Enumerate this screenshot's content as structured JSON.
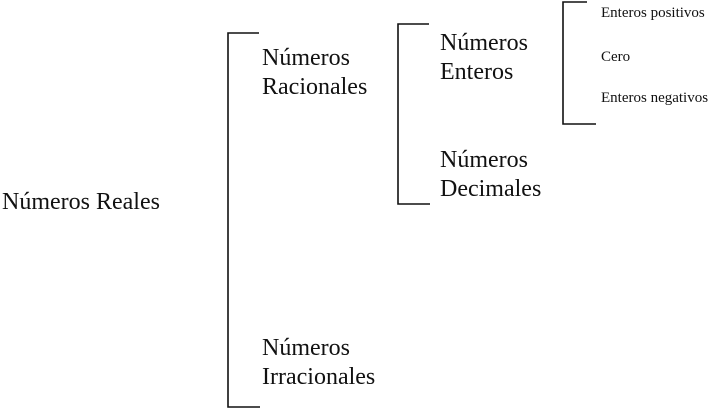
{
  "root": {
    "label": "Números Reales"
  },
  "racionales": {
    "line1": "Números",
    "line2": "Racionales"
  },
  "irracionales": {
    "line1": "Números",
    "line2": "Irracionales"
  },
  "enteros": {
    "line1": "Números",
    "line2": "Enteros"
  },
  "decimales": {
    "line1": "Números",
    "line2": "Decimales"
  },
  "enteros_children": {
    "positivos": "Enteros positivos",
    "cero": "Cero",
    "negativos": "Enteros negativos"
  }
}
